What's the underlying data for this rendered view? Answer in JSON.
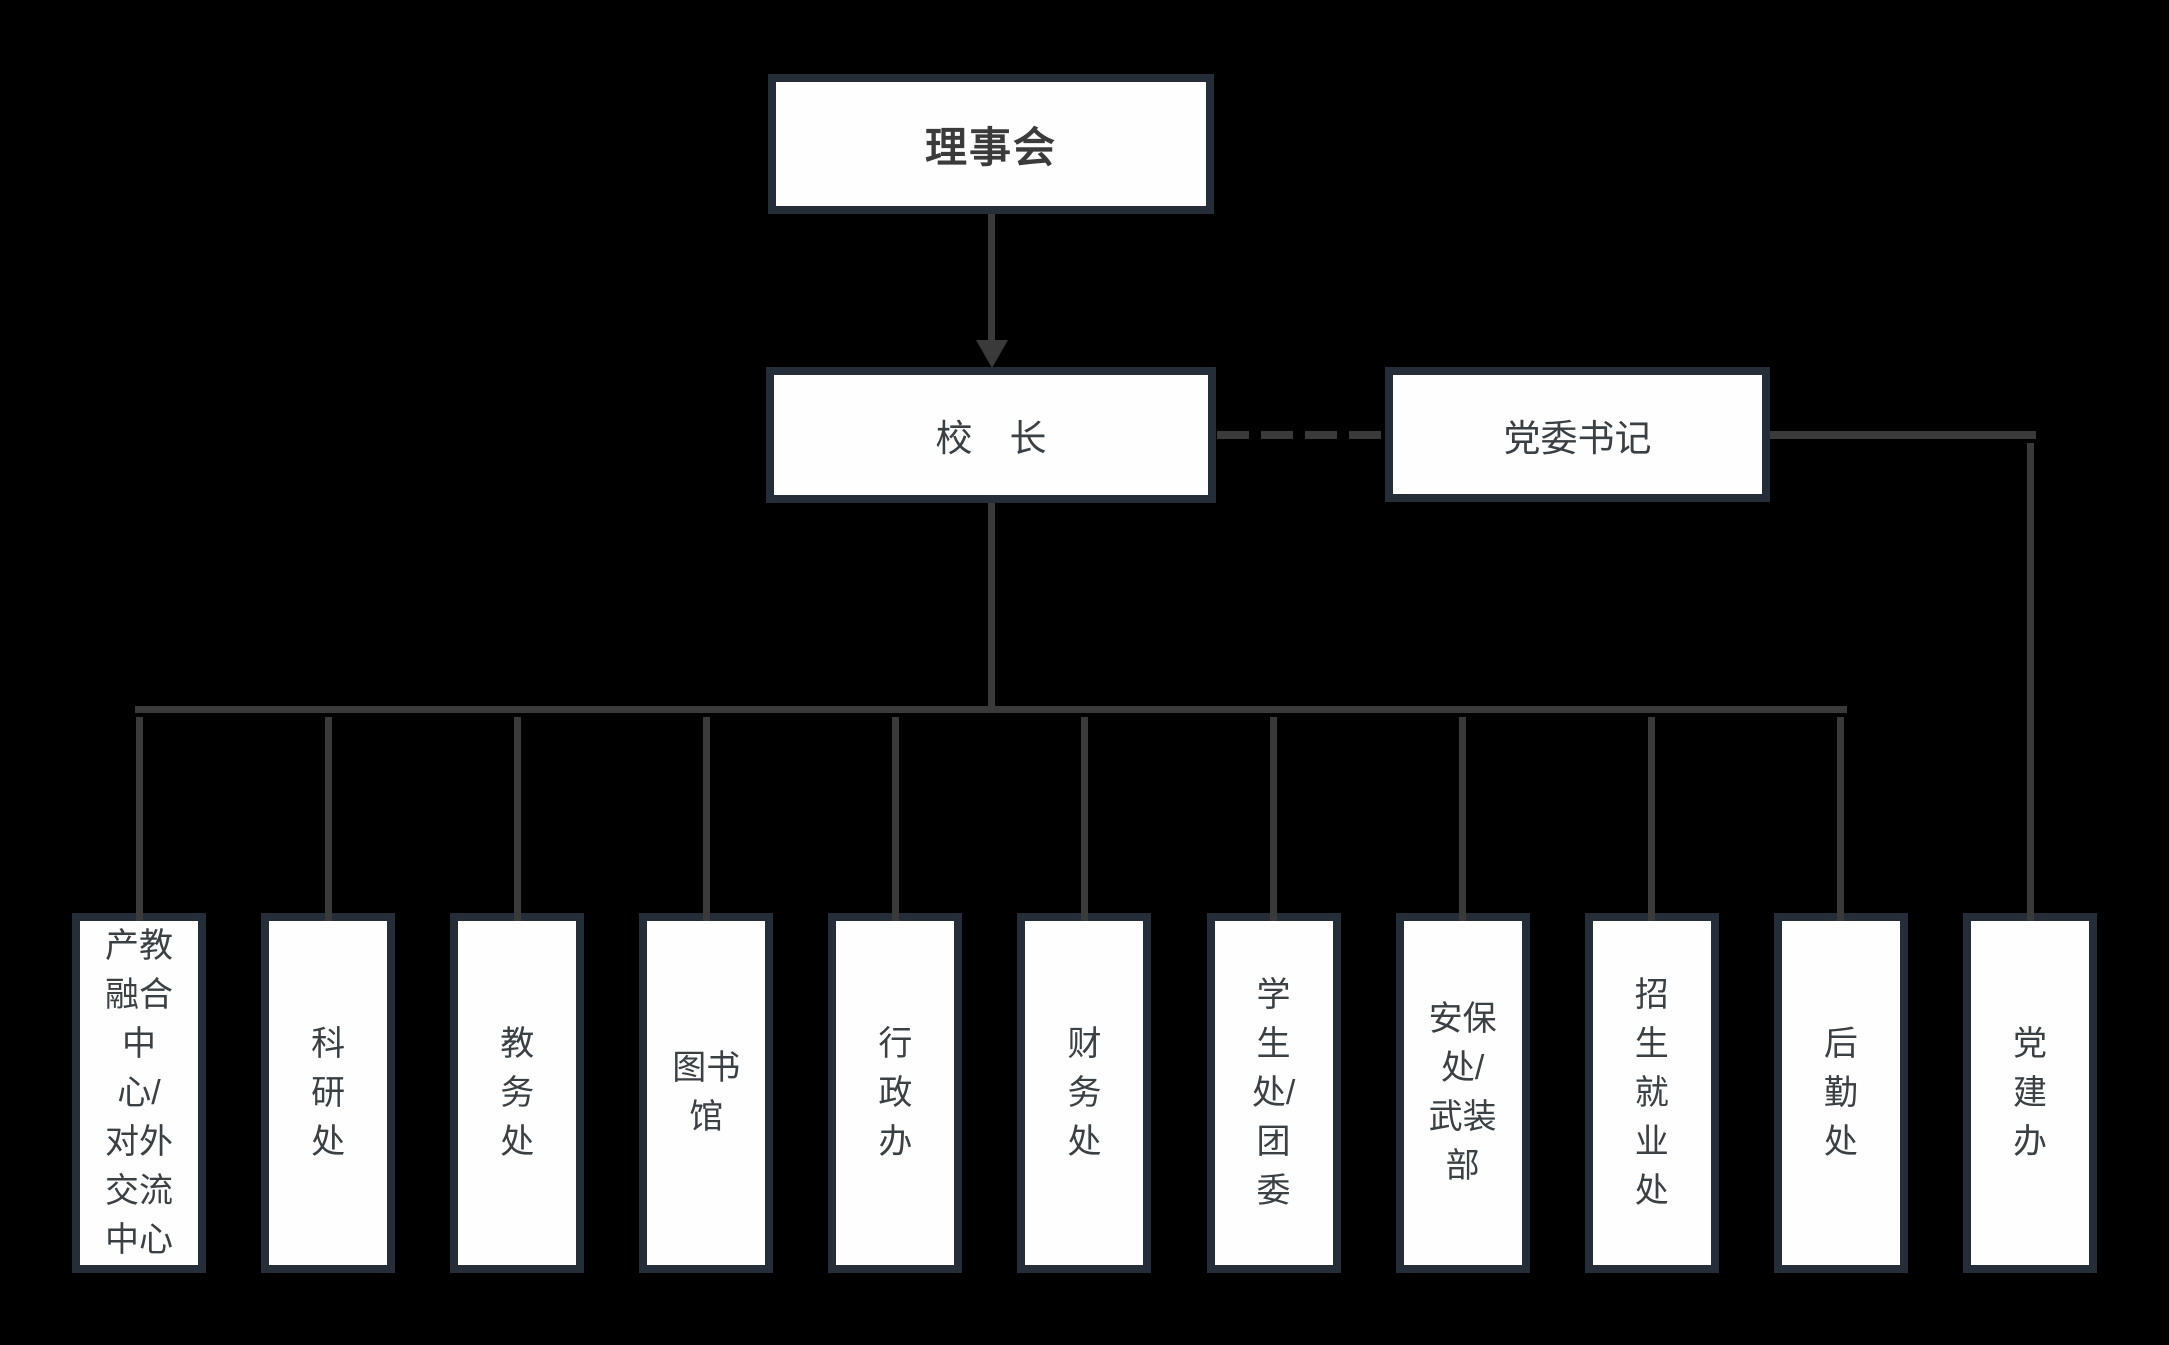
{
  "org_chart": {
    "board": {
      "label": "理事会"
    },
    "president": {
      "label": "校　长"
    },
    "secretary": {
      "label": "党委书记"
    },
    "departments": [
      {
        "label": "产教\n融合\n中\n心/\n对外\n交流\n中心"
      },
      {
        "label": "科\n研\n处"
      },
      {
        "label": "教\n务\n处"
      },
      {
        "label": "图书\n馆"
      },
      {
        "label": "行\n政\n办"
      },
      {
        "label": "财\n务\n处"
      },
      {
        "label": "学\n生\n处/\n团\n委"
      },
      {
        "label": "安保\n处/\n武装\n部"
      },
      {
        "label": "招\n生\n就\n业\n处"
      },
      {
        "label": "后\n勤\n处"
      },
      {
        "label": "党\n建\n办"
      }
    ],
    "colors": {
      "background": "#000000",
      "box_fill": "#fefefe",
      "box_border": "#242d38",
      "connector": "#3a3a3a",
      "text": "#3b4045"
    }
  }
}
